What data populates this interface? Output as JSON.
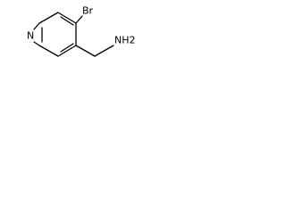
{
  "structure": {
    "ring_atom": "N",
    "substituent_halogen": "Br",
    "amine_group": "NH2"
  }
}
